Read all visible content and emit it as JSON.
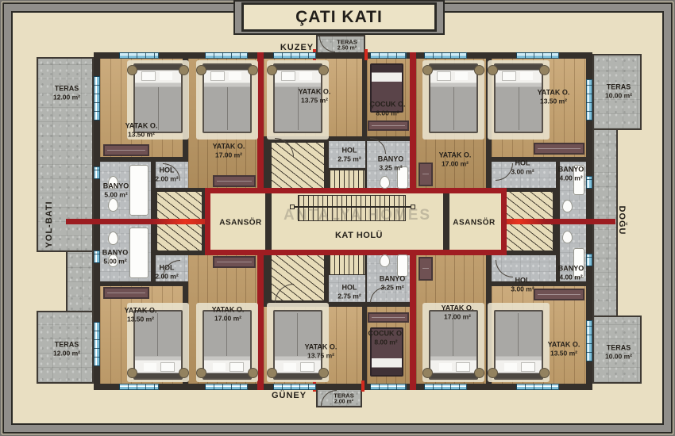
{
  "title": "ÇATI KATI",
  "watermark": "ANTALYA HOMES",
  "compass": {
    "north": "KUZEY",
    "south": "GÜNEY",
    "west": "YOL-BATI",
    "east": "DOĞU"
  },
  "core": {
    "hall": "KAT HOLÜ",
    "elevator": "ASANSÖR"
  },
  "colors": {
    "accent_red": "#a01d22",
    "bright_red": "#e8331f",
    "wall": "#35302b",
    "window_cyan": "#8fcbe2",
    "wood": "#c6a26e",
    "tile": "#babdbf",
    "terrace": "#b2b4b0",
    "background": "#e9dfc2"
  },
  "rooms": {
    "teras_top": {
      "label": "TERAS",
      "area": "2.50 m²"
    },
    "teras_bottom": {
      "label": "TERAS",
      "area": "2.00 m²"
    },
    "teras_left_top": {
      "label": "TERAS",
      "area": "12.00 m²"
    },
    "teras_left_bottom": {
      "label": "TERAS",
      "area": "12.00 m²"
    },
    "teras_right_top": {
      "label": "TERAS",
      "area": "10.00 m²"
    },
    "teras_right_bottom": {
      "label": "TERAS",
      "area": "10.00 m²"
    },
    "tl_bed1": {
      "label": "YATAK O.",
      "area": "13.50 m²"
    },
    "tl_bed2": {
      "label": "YATAK O.",
      "area": "17.00 m²"
    },
    "tl_hol": {
      "label": "HOL",
      "area": "2.00 m²"
    },
    "tl_banyo": {
      "label": "BANYO",
      "area": "5.00 m²"
    },
    "tc_bed": {
      "label": "YATAK O.",
      "area": "13.75 m²"
    },
    "tc_cocuk": {
      "label": "ÇOCUK O.",
      "area": "8.00 m²"
    },
    "tc_hol": {
      "label": "HOL",
      "area": "2.75 m²"
    },
    "tc_banyo": {
      "label": "BANYO",
      "area": "3.25 m²"
    },
    "tr_bed1": {
      "label": "YATAK O.",
      "area": "17.00 m²"
    },
    "tr_bed2": {
      "label": "YATAK O.",
      "area": "13.50 m²"
    },
    "tr_hol": {
      "label": "HOL",
      "area": "3.00 m²"
    },
    "tr_banyo": {
      "label": "BANYO",
      "area": "4.00 m²"
    },
    "bl_bed1": {
      "label": "YATAK O.",
      "area": "13.50 m²"
    },
    "bl_bed2": {
      "label": "YATAK O.",
      "area": "17.00 m²"
    },
    "bl_hol": {
      "label": "HOL",
      "area": "2.00 m²"
    },
    "bl_banyo": {
      "label": "BANYO",
      "area": "5.00 m²"
    },
    "bc_bed": {
      "label": "YATAK O.",
      "area": "13.75 m²"
    },
    "bc_cocuk": {
      "label": "ÇOCUK O.",
      "area": "8.00 m²"
    },
    "bc_hol": {
      "label": "HOL",
      "area": "2.75 m²"
    },
    "bc_banyo": {
      "label": "BANYO",
      "area": "3.25 m²"
    },
    "br_bed1": {
      "label": "YATAK O.",
      "area": "17.00 m²"
    },
    "br_bed2": {
      "label": "YATAK O.",
      "area": "13.50 m²"
    },
    "br_hol": {
      "label": "HOL",
      "area": "3.00 m²"
    },
    "br_banyo": {
      "label": "BANYO",
      "area": "4.00 m²"
    }
  }
}
